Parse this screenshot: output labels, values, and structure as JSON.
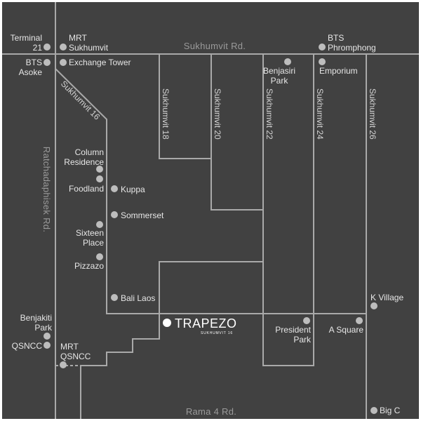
{
  "colors": {
    "background": "#414141",
    "border": "#ffffff",
    "road_line": "#a9a9a9",
    "poi_dot": "#bdbdbd",
    "label": "#e6e6e6",
    "main_road_label": "#9a9a9a",
    "brand": "#ffffff"
  },
  "roads": {
    "sukhumvit": "Sukhumvit Rd.",
    "rama4": "Rama 4 Rd.",
    "ratchadaphisek": "Ratchadaphisek Rd.",
    "soi16": "Sukhumvit 16",
    "soi18": "Sukhumvit 18",
    "soi20": "Sukhumvit 20",
    "soi22": "Sukhumvit 22",
    "soi24": "Sukhumvit 24",
    "soi26": "Sukhumvit 26"
  },
  "places": {
    "terminal21": [
      "Terminal",
      "21"
    ],
    "mrt_sukhumvit": [
      "MRT",
      "Sukhumvit"
    ],
    "bts_phromphong": [
      "BTS",
      "Phromphong"
    ],
    "bts_asoke": [
      "BTS",
      "Asoke"
    ],
    "exchange_tower": "Exchange Tower",
    "benjasiri_park": [
      "Benjasiri",
      "Park"
    ],
    "emporium": "Emporium",
    "column_residence": [
      "Column",
      "Residence"
    ],
    "foodland": "Foodland",
    "kuppa": "Kuppa",
    "sommerset": "Sommerset",
    "sixteen_place": [
      "Sixteen",
      "Place"
    ],
    "pizzazo": "Pizzazo",
    "bali_laos": "Bali Laos",
    "k_village": "K Village",
    "benjakiti_park": [
      "Benjakiti",
      "Park"
    ],
    "qsncc": "QSNCC",
    "mrt_qsncc": [
      "MRT",
      "QSNCC"
    ],
    "president_park": [
      "President",
      "Park"
    ],
    "a_square": "A Square",
    "big_c": "Big C"
  },
  "brand": {
    "name": "TRAPEZO",
    "tagline": "SUKHUMVIT 16"
  }
}
